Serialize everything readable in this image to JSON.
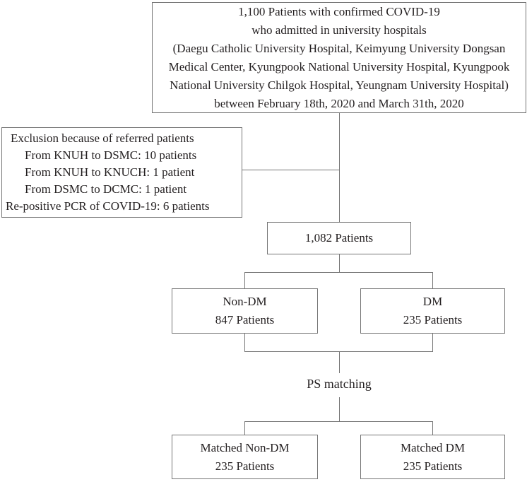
{
  "flowchart": {
    "top_box": {
      "lines": [
        "1,100 Patients with confirmed COVID-19",
        "who admitted in university hospitals",
        "(Daegu Catholic University Hospital, Keimyung University Dongsan",
        "Medical Center, Kyungpook National University Hospital, Kyungpook",
        "National University Chilgok Hospital, Yeungnam University Hospital)",
        "between February 18th, 2020 and March 31th, 2020"
      ]
    },
    "exclusion_box": {
      "title": "Exclusion because of referred patients",
      "items": [
        "From KNUH to DSMC: 10 patients",
        "From KNUH to KNUCH: 1 patient",
        "From DSMC to DCMC: 1 patient"
      ],
      "footer": "Re-positive PCR of COVID-19: 6 patients"
    },
    "total_box": {
      "label": "1,082 Patients"
    },
    "nondm_box": {
      "title": "Non-DM",
      "count": "847 Patients"
    },
    "dm_box": {
      "title": "DM",
      "count": "235 Patients"
    },
    "ps_matching_label": "PS matching",
    "matched_nondm_box": {
      "title": "Matched Non-DM",
      "count": "235 Patients"
    },
    "matched_dm_box": {
      "title": "Matched DM",
      "count": "235 Patients"
    },
    "colors": {
      "border": "#757575",
      "text": "#231f20",
      "background": "#ffffff"
    }
  }
}
